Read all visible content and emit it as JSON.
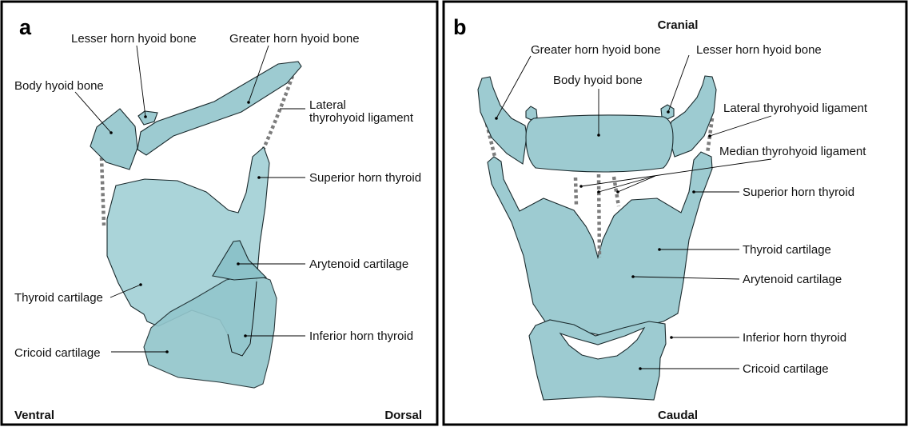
{
  "panel_a": {
    "letter": "a",
    "labels": {
      "body_hyoid": "Body hyoid bone",
      "lesser_horn_hyoid": "Lesser horn hyoid bone",
      "greater_horn_hyoid": "Greater horn hyoid bone",
      "lateral_ligament_line1": "Lateral",
      "lateral_ligament_line2": "thyrohyoid ligament",
      "superior_horn_thyroid": "Superior horn thyroid",
      "arytenoid": "Arytenoid cartilage",
      "thyroid_cartilage": "Thyroid cartilage",
      "inferior_horn_thyroid": "Inferior horn thyroid",
      "cricoid": "Cricoid cartilage"
    },
    "orientation": {
      "left": "Ventral",
      "right": "Dorsal"
    }
  },
  "panel_b": {
    "letter": "b",
    "labels": {
      "greater_horn_hyoid": "Greater horn hyoid bone",
      "lesser_horn_hyoid": "Lesser horn hyoid bone",
      "body_hyoid": "Body hyoid bone",
      "lateral_ligament": "Lateral thyrohyoid ligament",
      "median_ligament": "Median thyrohyoid ligament",
      "superior_horn_thyroid": "Superior horn thyroid",
      "thyroid_cartilage": "Thyroid cartilage",
      "arytenoid": "Arytenoid cartilage",
      "inferior_horn_thyroid": "Inferior horn thyroid",
      "cricoid": "Cricoid cartilage"
    },
    "orientation": {
      "top": "Cranial",
      "bottom": "Caudal"
    }
  },
  "colors": {
    "tissue": "#9dcbd1",
    "tissue_light": "#aad4d9",
    "tissue_dark": "#8cc2c9",
    "ligament": "#7d7d7d",
    "frame": "#000000"
  }
}
